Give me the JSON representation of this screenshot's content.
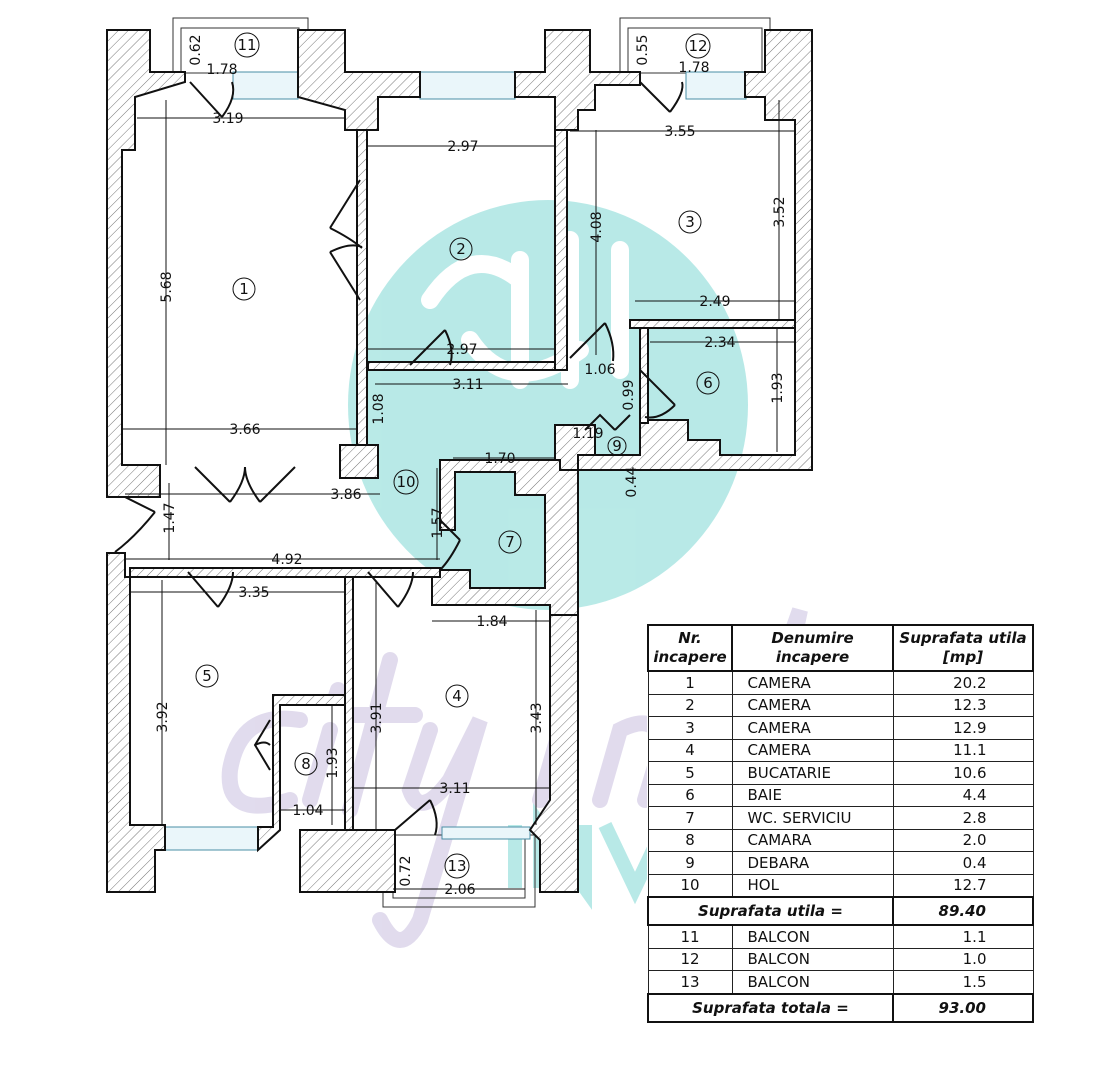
{
  "table": {
    "headers": [
      "Nr. incapere",
      "Denumire incapere",
      "Suprafata utila [mp]"
    ],
    "rooms": [
      {
        "nr": "1",
        "name": "CAMERA",
        "area": "20.2"
      },
      {
        "nr": "2",
        "name": "CAMERA",
        "area": "12.3"
      },
      {
        "nr": "3",
        "name": "CAMERA",
        "area": "12.9"
      },
      {
        "nr": "4",
        "name": "CAMERA",
        "area": "11.1"
      },
      {
        "nr": "5",
        "name": "BUCATARIE",
        "area": "10.6"
      },
      {
        "nr": "6",
        "name": "BAIE",
        "area": "4.4"
      },
      {
        "nr": "7",
        "name": "WC. SERVICIU",
        "area": "2.8"
      },
      {
        "nr": "8",
        "name": "CAMARA",
        "area": "2.0"
      },
      {
        "nr": "9",
        "name": "DEBARA",
        "area": "0.4"
      },
      {
        "nr": "10",
        "name": "HOL",
        "area": "12.7"
      }
    ],
    "useful_label": "Suprafata utila =",
    "useful_value": "89.40",
    "balconies": [
      {
        "nr": "11",
        "name": "BALCON",
        "area": "1.1"
      },
      {
        "nr": "12",
        "name": "BALCON",
        "area": "1.0"
      },
      {
        "nr": "13",
        "name": "BALCON",
        "area": "1.5"
      }
    ],
    "total_label": "Suprafata totala =",
    "total_value": "93.00"
  },
  "plan": {
    "room_numbers": [
      "1",
      "2",
      "3",
      "4",
      "5",
      "6",
      "7",
      "8",
      "9",
      "10",
      "11",
      "12",
      "13"
    ],
    "dimensions": {
      "r1_top": "3.19",
      "r2_top": "2.97",
      "r3_top": "3.55",
      "r3_left": "4.08",
      "r3_right": "3.52",
      "r1_height": "5.68",
      "r3_bottom": "2.49",
      "r6_top": "2.34",
      "r2_bottom": "2.97",
      "hall_gap": "1.06",
      "hall_top": "3.11",
      "r9_height": "0.99",
      "r6_height": "1.93",
      "hall_left": "1.08",
      "r1_bottom": "3.66",
      "r9_width": "1.19",
      "r9_depth": "0.44",
      "r7_top": "1.70",
      "hall_mid": "3.86",
      "r7_left": "1.57",
      "hall_west": "1.47",
      "hall_bottom": "4.92",
      "r5_top": "3.35",
      "r4_top": "1.84",
      "r5_height": "3.92",
      "r4_left": "3.91",
      "r4_right": "3.43",
      "r8_height": "1.93",
      "r4_bottom": "3.11",
      "r8_width": "1.04",
      "b13_depth": "0.72",
      "b13_width": "2.06",
      "b11_depth": "0.62",
      "b11_width": "1.78",
      "b12_depth": "0.55",
      "b12_width": "1.78"
    }
  },
  "watermark": {
    "script": "city ind",
    "word": "INVEST",
    "teal": "#7fd8d4",
    "purple": "#c9bfe0"
  }
}
